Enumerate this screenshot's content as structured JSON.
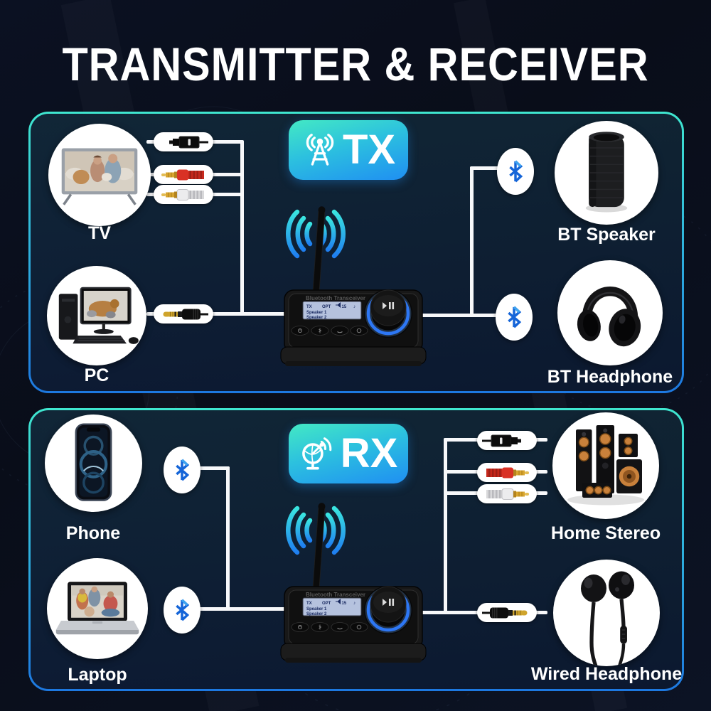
{
  "title": "TRANSMITTER & RECEIVER",
  "device": {
    "brand": "Bluetooth Transceiver",
    "screen": {
      "mode": "TX",
      "input": "OPT",
      "volume": "15",
      "note_icon": "♪",
      "row2": "Speaker 1",
      "row3": "Speaker 2"
    }
  },
  "tx": {
    "badge": "TX",
    "badge_icon": "broadcast-tower-icon",
    "left": [
      {
        "label": "TV"
      },
      {
        "label": "PC"
      }
    ],
    "right": [
      {
        "label": "BT Speaker"
      },
      {
        "label": "BT Headphone"
      }
    ],
    "left_connections": [
      "optical-cable",
      "rca-red-cable",
      "rca-white-cable",
      "aux-jack-cable"
    ],
    "right_connections": [
      "bluetooth",
      "bluetooth"
    ]
  },
  "rx": {
    "badge": "RX",
    "badge_icon": "satellite-dish-icon",
    "left": [
      {
        "label": "Phone"
      },
      {
        "label": "Laptop"
      }
    ],
    "right": [
      {
        "label": "Home Stereo"
      },
      {
        "label": "Wired Headphone"
      }
    ],
    "left_connections": [
      "bluetooth",
      "bluetooth"
    ],
    "right_connections": [
      "optical-cable",
      "rca-red-cable",
      "rca-white-cable",
      "aux-jack-cable"
    ]
  },
  "colors": {
    "background": "#0a0f1d",
    "panel_border_top": "#3fe6cf",
    "panel_border_bottom": "#1d78e0",
    "badge_gradient_start": "#43e9c4",
    "badge_gradient_end": "#1f8ff2",
    "bluetooth_blue": "#1565d8",
    "wire": "#f7f8fa",
    "antenna_wave_start": "#3ae4e0",
    "antenna_wave_end": "#1f7ff0",
    "knob_ring": "#2e7bff",
    "rca_red": "#d93125",
    "rca_white": "#ececee",
    "connector_gold": "#d8a52e"
  }
}
